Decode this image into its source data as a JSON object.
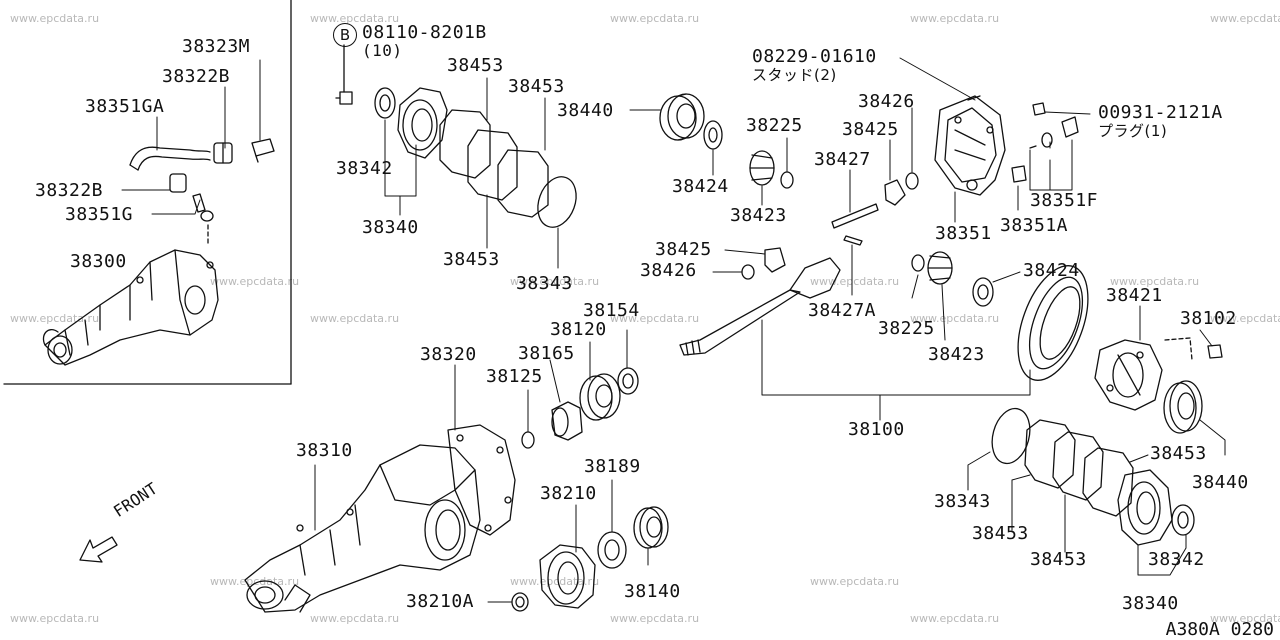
{
  "watermark": "www.epcdata.ru",
  "diagram_ref": "A380A 0280",
  "front_label": "FRONT",
  "bolt_marker": "B",
  "labels": {
    "p38323M": "38323M",
    "p38322B_a": "38322B",
    "p38351GA": "38351GA",
    "p38322B_b": "38322B",
    "p38351G": "38351G",
    "p38300": "38300",
    "p08110": "08110-8201B",
    "p08110_qty": "(10)",
    "p38453_a": "38453",
    "p38453_b": "38453",
    "p38342_a": "38342",
    "p38340_a": "38340",
    "p38453_c": "38453",
    "p38343_a": "38343",
    "p38440_a": "38440",
    "p38424_a": "38424",
    "p38225_a": "38225",
    "p38423_a": "38423",
    "p08229": "08229-01610",
    "p08229_note": "スタッド(2)",
    "p38426_a": "38426",
    "p38425_a": "38425",
    "p38427": "38427",
    "p00931": "00931-2121A",
    "p00931_note": "プラグ(1)",
    "p38351F": "38351F",
    "p38351": "38351",
    "p38351A": "38351A",
    "p38425_b": "38425",
    "p38426_b": "38426",
    "p38424_b": "38424",
    "p38427A": "38427A",
    "p38225_b": "38225",
    "p38423_b": "38423",
    "p38421": "38421",
    "p38102": "38102",
    "p38154": "38154",
    "p38120": "38120",
    "p38165": "38165",
    "p38125": "38125",
    "p38320": "38320",
    "p38100": "38100",
    "p38310": "38310",
    "p38189": "38189",
    "p38210": "38210",
    "p38140": "38140",
    "p38210A": "38210A",
    "p38453_d": "38453",
    "p38440_b": "38440",
    "p38343_b": "38343",
    "p38453_e": "38453",
    "p38453_f": "38453",
    "p38342_b": "38342",
    "p38340_b": "38340"
  }
}
